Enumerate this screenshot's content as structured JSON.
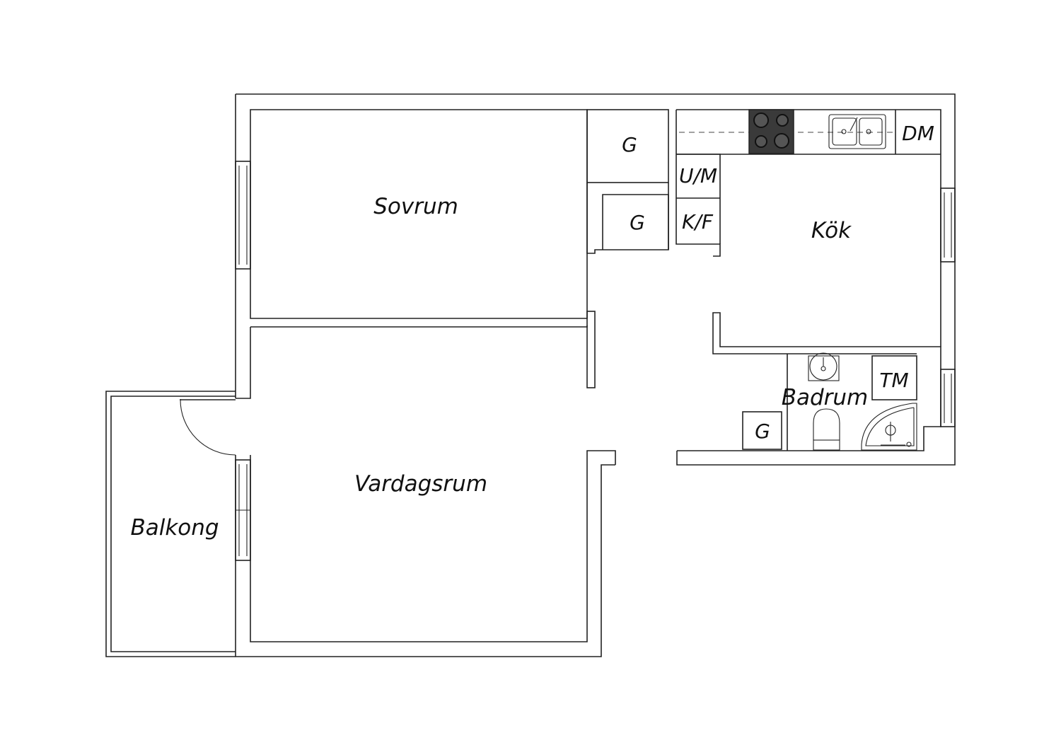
{
  "rooms": {
    "sovrum": "Sovrum",
    "vardagsrum": "Vardagsrum",
    "kok": "Kök",
    "badrum": "Badrum",
    "balkong": "Balkong"
  },
  "fixtures": {
    "closet_top": "G",
    "closet_mid": "G",
    "closet_bath": "G",
    "freezer": "U/M",
    "fridge": "K/F",
    "dishwasher": "DM",
    "washer": "TM"
  },
  "colors": {
    "line": "#222222",
    "stove": "#3a3a3a",
    "background": "#ffffff"
  }
}
